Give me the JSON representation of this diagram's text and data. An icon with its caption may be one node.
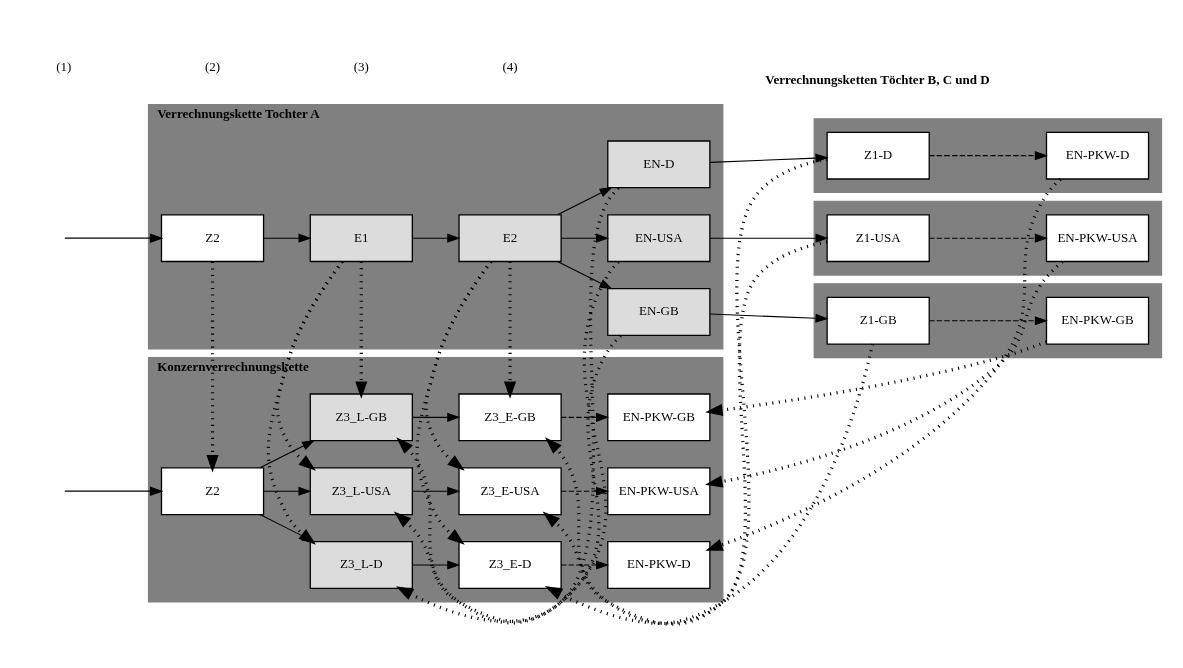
{
  "diagram": {
    "nodes": [
      {
        "text": [
          "Verrechnungskette Tochter A"
        ]
      },
      {
        "text": [
          "Z2"
        ],
        "in": 0
      },
      {
        "text": [
          "E1"
        ],
        "in": 0
      },
      {
        "text": [
          "E2"
        ],
        "in": 0
      },
      {
        "text": [
          "EN-D"
        ],
        "in": 0
      },
      {
        "text": [
          "EN-USA"
        ],
        "in": 0
      },
      {
        "text": [
          "EN-GB"
        ],
        "in": 0
      },
      {
        "text": [],
        "shape": "box"
      },
      {
        "text": [
          "Z1-D"
        ],
        "in": 7
      },
      {
        "text": [
          "EN-PKW-D"
        ],
        "in": 7
      },
      {
        "text": [],
        "shape": "box"
      },
      {
        "text": [
          "Z1-USA"
        ],
        "in": 10
      },
      {
        "text": [
          "EN-PKW-USA"
        ],
        "in": 10
      },
      {
        "text": [],
        "shape": "box"
      },
      {
        "text": [
          "Z1-GB"
        ],
        "in": 13
      },
      {
        "text": [
          "EN-PKW-GB"
        ],
        "in": 13
      },
      {
        "text": [
          "Konzernverrechnungskette"
        ]
      },
      {
        "text": [
          "Z2"
        ],
        "in": 16
      },
      {
        "text": [
          "Z3_L-D"
        ],
        "in": 16
      },
      {
        "text": [
          "Z3_L-USA"
        ],
        "in": 16
      },
      {
        "text": [
          "Z3_L-GB"
        ],
        "in": 16
      },
      {
        "text": [
          "Z3_E-D"
        ],
        "in": 16
      },
      {
        "text": [
          "Z3_E-USA"
        ],
        "in": 16
      },
      {
        "text": [
          "Z3_E-GB"
        ],
        "in": 16
      },
      {
        "text": [
          "EN-PKW-D"
        ],
        "in": 16
      },
      {
        "text": [
          "EN-PKW-USA"
        ],
        "in": 16
      },
      {
        "text": [
          "EN-PKW-GB"
        ],
        "in": 16
      }
    ],
    "edges": [
      {
        "from": null,
        "to": 1,
        "arrow": "to"
      },
      {
        "from": 1,
        "to": 2,
        "arrow": "to"
      },
      {
        "from": 2,
        "to": 3,
        "arrow": "to"
      },
      {
        "from": 3,
        "to": 4,
        "arrow": "to"
      },
      {
        "from": 3,
        "to": 5,
        "arrow": "to"
      },
      {
        "from": 3,
        "to": 6,
        "arrow": "to"
      },
      {
        "from": 4,
        "to": 8,
        "arrow": "to"
      },
      {
        "from": 5,
        "to": 11,
        "arrow": "to"
      },
      {
        "from": 6,
        "to": 14,
        "arrow": "to"
      },
      {
        "from": 8,
        "to": 9,
        "arrow": "to",
        "style": "dashed"
      },
      {
        "from": 11,
        "to": 12,
        "arrow": "to",
        "style": "dashed"
      },
      {
        "from": 14,
        "to": 15,
        "arrow": "to",
        "style": "dashed"
      },
      {
        "from": null,
        "to": 17,
        "arrow": "to"
      },
      {
        "from": 17,
        "to": 18,
        "arrow": "to"
      },
      {
        "from": 17,
        "to": 19,
        "arrow": "to"
      },
      {
        "from": 17,
        "to": 20,
        "arrow": "to"
      },
      {
        "from": 18,
        "to": 21,
        "arrow": "to"
      },
      {
        "from": 19,
        "to": 22,
        "arrow": "to"
      },
      {
        "from": 20,
        "to": 23,
        "arrow": "to"
      },
      {
        "from": 21,
        "to": 24,
        "arrow": "to",
        "style": "dashed"
      },
      {
        "from": 22,
        "to": 25,
        "arrow": "to",
        "style": "dashed"
      },
      {
        "from": 23,
        "to": 26,
        "arrow": "to",
        "style": "dashed"
      },
      {
        "from": 1,
        "to": 17,
        "arrow": "to",
        "style": "dashed"
      },
      {
        "from": 2,
        "to": 18,
        "arrow": "to",
        "style": "dashed"
      },
      {
        "from": 2,
        "to": 19,
        "arrow": "to",
        "style": "dashed"
      },
      {
        "from": 2,
        "to": 20,
        "arrow": "to",
        "style": "dashed"
      },
      {
        "from": 4,
        "to": 18,
        "arrow": "to",
        "style": "dashed"
      },
      {
        "from": 5,
        "to": 19,
        "arrow": "to",
        "style": "dashed"
      },
      {
        "from": 6,
        "to": 20,
        "arrow": "to",
        "style": "dashed"
      },
      {
        "from": 3,
        "to": 21,
        "arrow": "to",
        "style": "dashed"
      },
      {
        "from": 3,
        "to": 22,
        "arrow": "to",
        "style": "dashed"
      },
      {
        "from": 3,
        "to": 23,
        "arrow": "to",
        "style": "dashed"
      },
      {
        "from": 8,
        "to": 21,
        "arrow": "to",
        "style": "dashed"
      },
      {
        "from": 11,
        "to": 22,
        "arrow": "to",
        "style": "dashed"
      },
      {
        "from": 14,
        "to": 23,
        "arrow": "to",
        "style": "dashed"
      },
      {
        "from": 9,
        "to": 24,
        "arrow": "to",
        "style": "dashed"
      },
      {
        "from": 12,
        "to": 25,
        "arrow": "to",
        "style": "dashed"
      },
      {
        "from": 15,
        "to": 26,
        "arrow": "to",
        "style": "dashed"
      }
    ],
    "labels": [
      "Verrechnungsketten Töchter B, C und D",
      "(1)",
      "(2)",
      "(3)",
      "(4)"
    ]
  }
}
